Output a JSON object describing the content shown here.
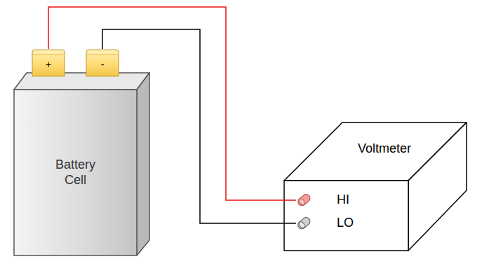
{
  "diagram": {
    "nodes": [
      {
        "text": [
          "Battery Cell"
        ]
      },
      {
        "text": [
          "+"
        ]
      },
      {
        "text": [
          "-"
        ]
      },
      {
        "text": [
          "Voltmeter"
        ]
      },
      {
        "text": [
          "HI"
        ],
        "in": 3
      },
      {
        "text": [
          "LO"
        ],
        "in": 3
      }
    ],
    "edges": [
      {
        "from": 1,
        "to": 4,
        "arrow": "none"
      },
      {
        "from": 2,
        "to": 5,
        "arrow": "none"
      }
    ]
  }
}
